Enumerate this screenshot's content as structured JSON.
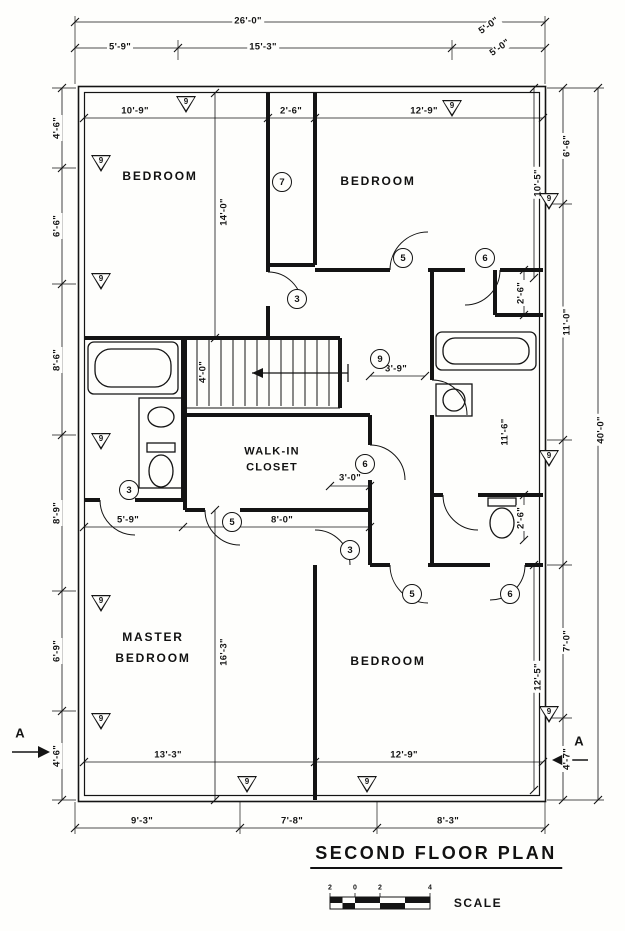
{
  "title": "SECOND FLOOR PLAN",
  "scale": {
    "label": "SCALE",
    "ticks": [
      "2",
      "0",
      "2",
      "4"
    ]
  },
  "section_labels": {
    "left": "A",
    "right": "A"
  },
  "rooms": {
    "bedroom_top_left": "BEDROOM",
    "bedroom_top_right": "BEDROOM",
    "bedroom_bottom_right": "BEDROOM",
    "master_line1": "MASTER",
    "master_line2": "BEDROOM",
    "closet_line1": "WALK-IN",
    "closet_line2": "CLOSET"
  },
  "dims": {
    "overall_width": "26'-0\"",
    "top_a": "5'-9\"",
    "top_b": "15'-3\"",
    "top_right_a": "5'-0\"",
    "top_right_b": "5'-0\"",
    "win_left": "10'-9\"",
    "chase_w": "2'-6\"",
    "win_right": "12'-9\"",
    "left1": "4'-6\"",
    "left2": "6'-6\"",
    "left3": "8'-6\"",
    "left4": "8'-9\"",
    "left5": "6'-9\"",
    "left6": "4'-6\"",
    "right1": "6'-6\"",
    "right2": "11'-0\"",
    "right3": "7'-0\"",
    "right4": "4'-7\"",
    "right_in1": "10'-5\"",
    "right_in2": "12'-5\"",
    "right_sm1": "2'-6\"",
    "right_sm2": "2'-6\"",
    "bath_r": "11'-6\"",
    "height": "40'-0\"",
    "hall_v": "14'-0\"",
    "stair_w": "4'-0\"",
    "landing": "3'-9\"",
    "closet_door": "3'-0\"",
    "bath_w": "5'-9\"",
    "closet_w": "8'-0\"",
    "master_v": "16'-3\"",
    "bot_left": "13'-3\"",
    "bot_right": "12'-9\"",
    "fnd1": "9'-3\"",
    "fnd2": "7'-8\"",
    "fnd3": "8'-3\""
  },
  "symbols": {
    "doors": [
      "7",
      "3",
      "5",
      "6",
      "9",
      "3",
      "5",
      "6",
      "3",
      "5",
      "6"
    ],
    "windows": [
      "9",
      "9",
      "9",
      "9",
      "9",
      "9",
      "9",
      "9",
      "9",
      "9",
      "9",
      "9"
    ]
  }
}
